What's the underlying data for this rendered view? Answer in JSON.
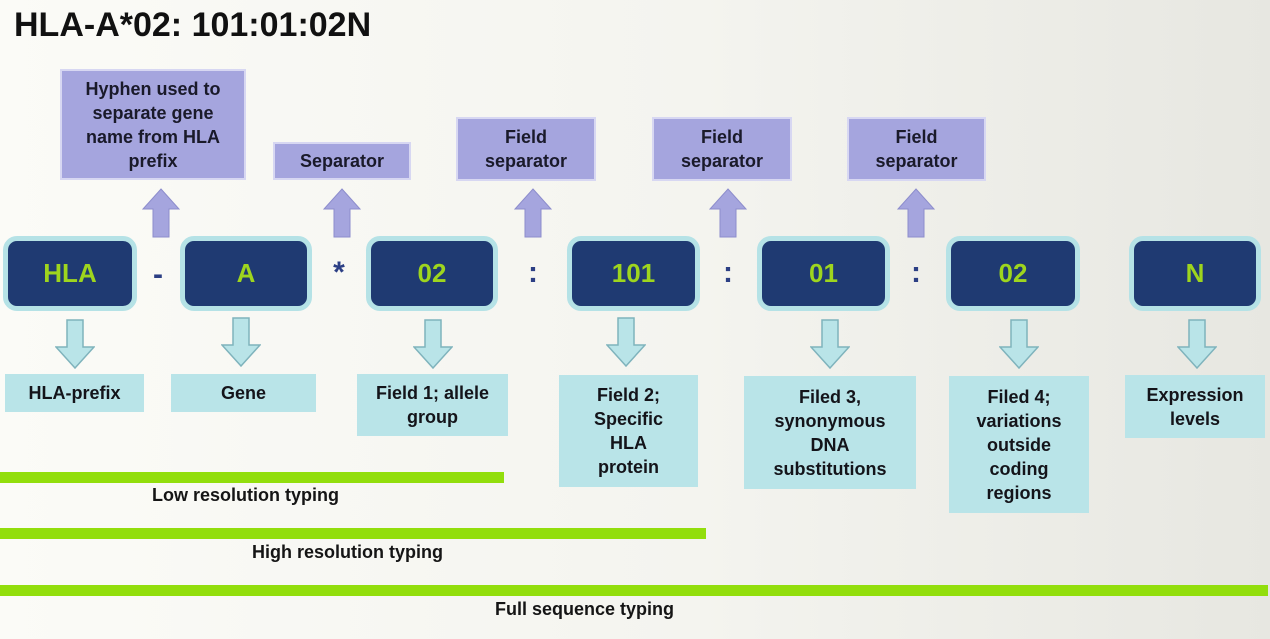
{
  "title": "HLA-A*02: 101:01:02N",
  "top_labels": [
    "Hyphen used to separate gene name from HLA prefix",
    "Separator",
    "Field separator",
    "Field separator",
    "Field separator"
  ],
  "segments": [
    "HLA",
    "A",
    "02",
    "101",
    "01",
    "02",
    "N"
  ],
  "separators": [
    "-",
    "*",
    ":",
    ":",
    ":"
  ],
  "bottom_labels": [
    "HLA-prefix",
    "Gene",
    "Field 1; allele group",
    "Field 2; Specific HLA protein",
    "Filed 3, synonymous DNA substitutions",
    "Filed 4; variations outside coding regions",
    "Expression levels"
  ],
  "resolution_bars": [
    {
      "label": "Low resolution typing",
      "extends_through": "Field 1"
    },
    {
      "label": "High resolution typing",
      "extends_through": "Field 2"
    },
    {
      "label": "Full sequence typing",
      "extends_through": "Expression levels"
    }
  ],
  "colors": {
    "segment_fill": "#1f3a72",
    "segment_text": "#9ed51e",
    "segment_border": "#b5e2e6",
    "top_box_fill": "#a5a5de",
    "bottom_box_fill": "#b9e4e8",
    "up_arrow": "#a5a5de",
    "down_arrow": "#b9e4e8",
    "bar": "#92de0c",
    "separator_text": "#2c3f84"
  }
}
